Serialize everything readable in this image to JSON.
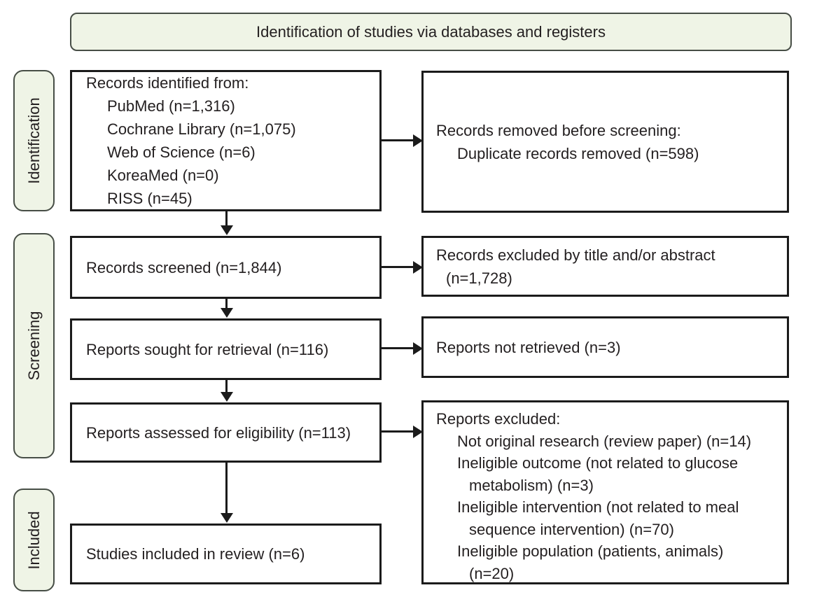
{
  "header": {
    "title": "Identification of studies via databases and registers"
  },
  "sidebar": {
    "identification_label": "Identification",
    "screening_label": "Screening",
    "included_label": "Included"
  },
  "boxes": {
    "records_identified": {
      "lines": [
        "Records identified from:",
        "PubMed (n=1,316)",
        "Cochrane Library (n=1,075)",
        "Web of Science (n=6)",
        "KoreaMed (n=0)",
        "RISS (n=45)"
      ]
    },
    "records_removed": {
      "lines": [
        "Records removed before screening:",
        "Duplicate records removed (n=598)"
      ]
    },
    "records_screened": {
      "lines": [
        "Records screened (n=1,844)"
      ]
    },
    "records_excluded": {
      "lines": [
        "Records excluded by title and/or abstract",
        "(n=1,728)"
      ]
    },
    "reports_sought": {
      "lines": [
        "Reports sought for retrieval (n=116)"
      ]
    },
    "reports_not_retrieved": {
      "lines": [
        "Reports not retrieved (n=3)"
      ]
    },
    "reports_assessed": {
      "lines": [
        "Reports assessed for eligibility (n=113)"
      ]
    },
    "reports_excluded": {
      "lines": [
        "Reports excluded:",
        "Not original research (review paper) (n=14)",
        "Ineligible outcome (not related to glucose",
        "metabolism) (n=3)",
        "Ineligible intervention (not related to meal",
        "sequence intervention) (n=70)",
        "Ineligible population (patients, animals)",
        "(n=20)"
      ]
    },
    "studies_included": {
      "lines": [
        "Studies included in review (n=6)"
      ]
    }
  },
  "colors": {
    "background": "#ffffff",
    "stage_fill": "#eff4e6",
    "stage_border": "#474e46",
    "box_border": "#1b1b1b",
    "text": "#231f20",
    "arrow": "#1b1b1b"
  }
}
